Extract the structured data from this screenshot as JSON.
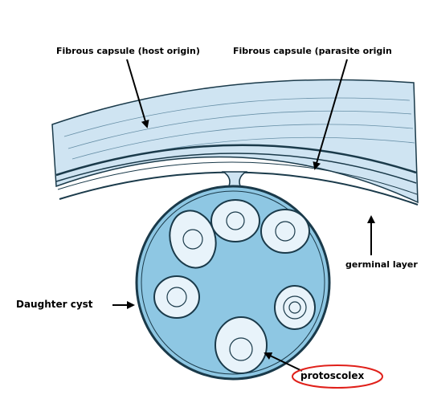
{
  "labels": {
    "host_capsule": "Fibrous capsule (host origin)",
    "parasite_capsule": "Fibrous capsule (parasite origin",
    "germinal_layer": "germinal layer",
    "daughter_cyst": "Daughter cyst",
    "protoscolex": "protoscolex"
  },
  "colors": {
    "capsule_fill": "#cfe4f2",
    "cyst_fill": "#8ec7e3",
    "cyst_outline": "#1a3a4a",
    "brood_fill": "#e8f3fa",
    "highlight_ellipse": "#e0201a",
    "text": "#000000"
  }
}
